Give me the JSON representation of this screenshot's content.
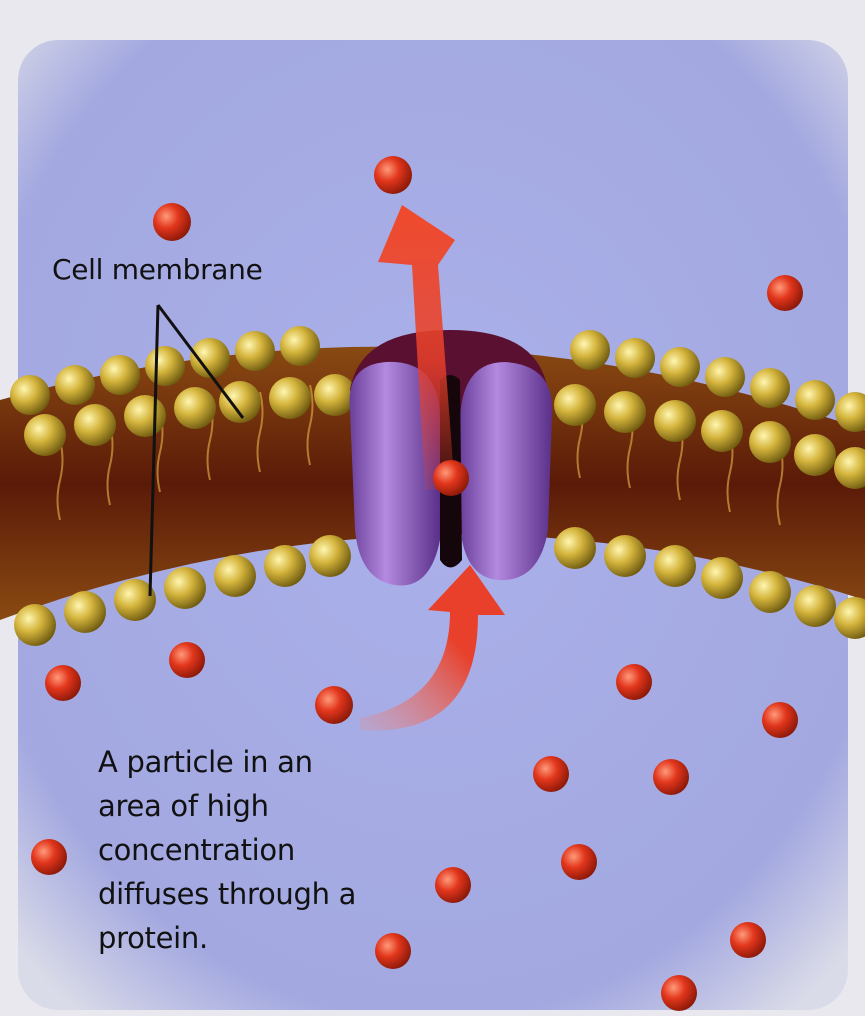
{
  "labels": {
    "membrane": "Cell membrane",
    "caption_lines": [
      "A particle in an",
      "area of high",
      "concentration",
      "diffuses through a",
      "protein."
    ]
  },
  "colors": {
    "background_outer": "#e8e8ee",
    "fluid": "#a9aee6",
    "lipid_head": "#c9a93a",
    "lipid_core": "#7a2a10",
    "protein": "#8a5fbf",
    "particle": "#e2361c",
    "arrow": "#e8402a"
  }
}
